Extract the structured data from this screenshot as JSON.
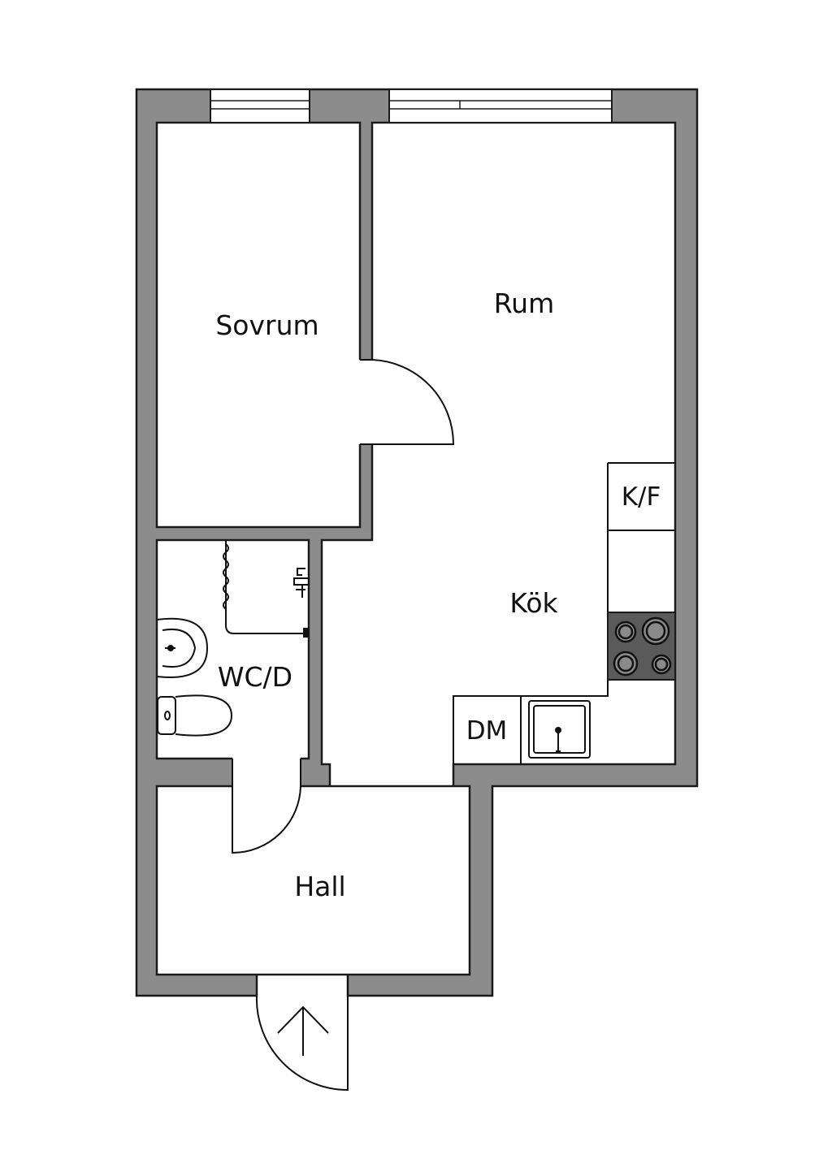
{
  "rooms": {
    "sovrum": "Sovrum",
    "rum": "Rum",
    "kok": "Kök",
    "wc": "WC/D",
    "hall": "Hall"
  },
  "fixtures": {
    "fridge": "K/F",
    "dishwasher": "DM"
  },
  "colors": {
    "wall": "#8c8c8c",
    "stove": "#5a5a5a",
    "background": "#ffffff"
  }
}
